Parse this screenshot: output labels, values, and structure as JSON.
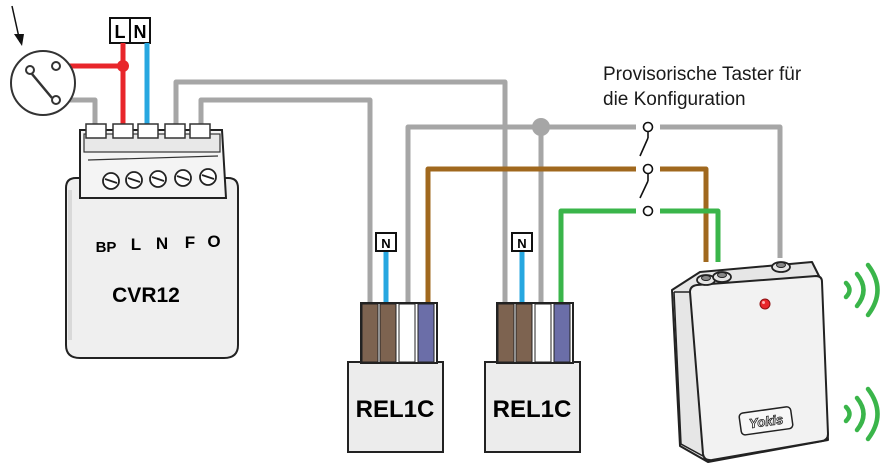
{
  "supply": {
    "phase_label": "L",
    "neutral_label": "N"
  },
  "caption": {
    "line1": "Provisorische Taster für",
    "line2": "die Konfiguration"
  },
  "module": {
    "name": "CVR12",
    "terminal_labels": [
      "BP",
      "L",
      "N",
      "F",
      "O"
    ]
  },
  "relays": [
    {
      "name": "REL1C",
      "neutral_tag": "N"
    },
    {
      "name": "REL1C",
      "neutral_tag": "N"
    }
  ],
  "remote": {
    "brand": "Yokis"
  },
  "colors": {
    "phase": "#e8262b",
    "neutral": "#27a7e0",
    "control": "#a6a6a6",
    "brown": "#a0681e",
    "green": "#3ab54a",
    "white_wire": "#ffffff",
    "violet": "#6b6ea8"
  },
  "icons": [
    "switch-icon",
    "wifi-signal-icon",
    "led-icon",
    "arrow-icon"
  ]
}
